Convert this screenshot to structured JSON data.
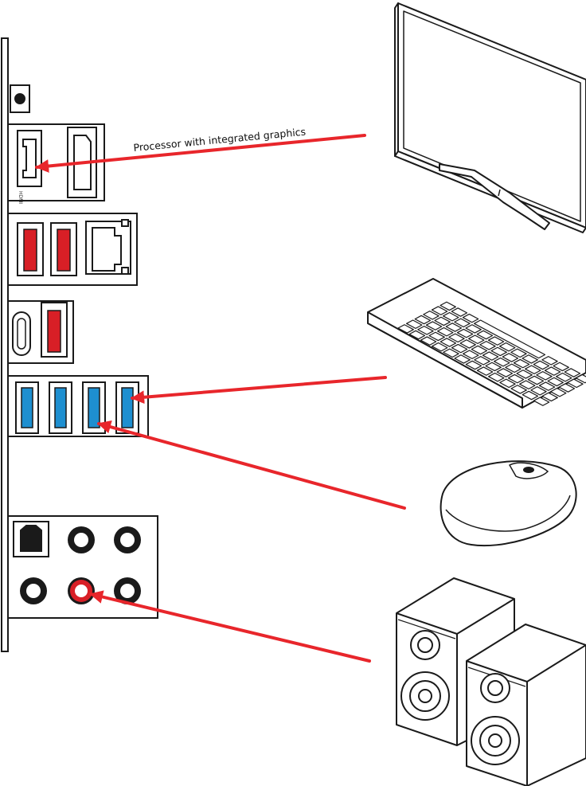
{
  "diagram": {
    "caption": "Processor with integrated graphics",
    "colors": {
      "arrow": "#e8262b",
      "usb_red": "#d81f26",
      "usb_blue": "#1e8fd0",
      "outline": "#1a1a1a",
      "device_fill": "#ffffff"
    },
    "io_panel": {
      "sections": [
        "clear-cmos-button",
        "video-outputs",
        "usb-and-lan",
        "usb-c-and-usb",
        "usb-blue",
        "audio-jacks"
      ],
      "video_ports": [
        "hdmi-icon",
        "displayport-icon"
      ],
      "usb_red_count": 3,
      "usb_blue_count": 4,
      "audio_jack_count": 5
    },
    "devices": [
      "monitor-icon",
      "keyboard-icon",
      "mouse-icon",
      "speakers-icon"
    ],
    "connections": [
      {
        "from": "monitor",
        "to": "hdmi-port"
      },
      {
        "from": "keyboard",
        "to": "usb-blue-port-4"
      },
      {
        "from": "mouse",
        "to": "usb-blue-port-3"
      },
      {
        "from": "speakers",
        "to": "audio-line-out-jack"
      }
    ]
  }
}
